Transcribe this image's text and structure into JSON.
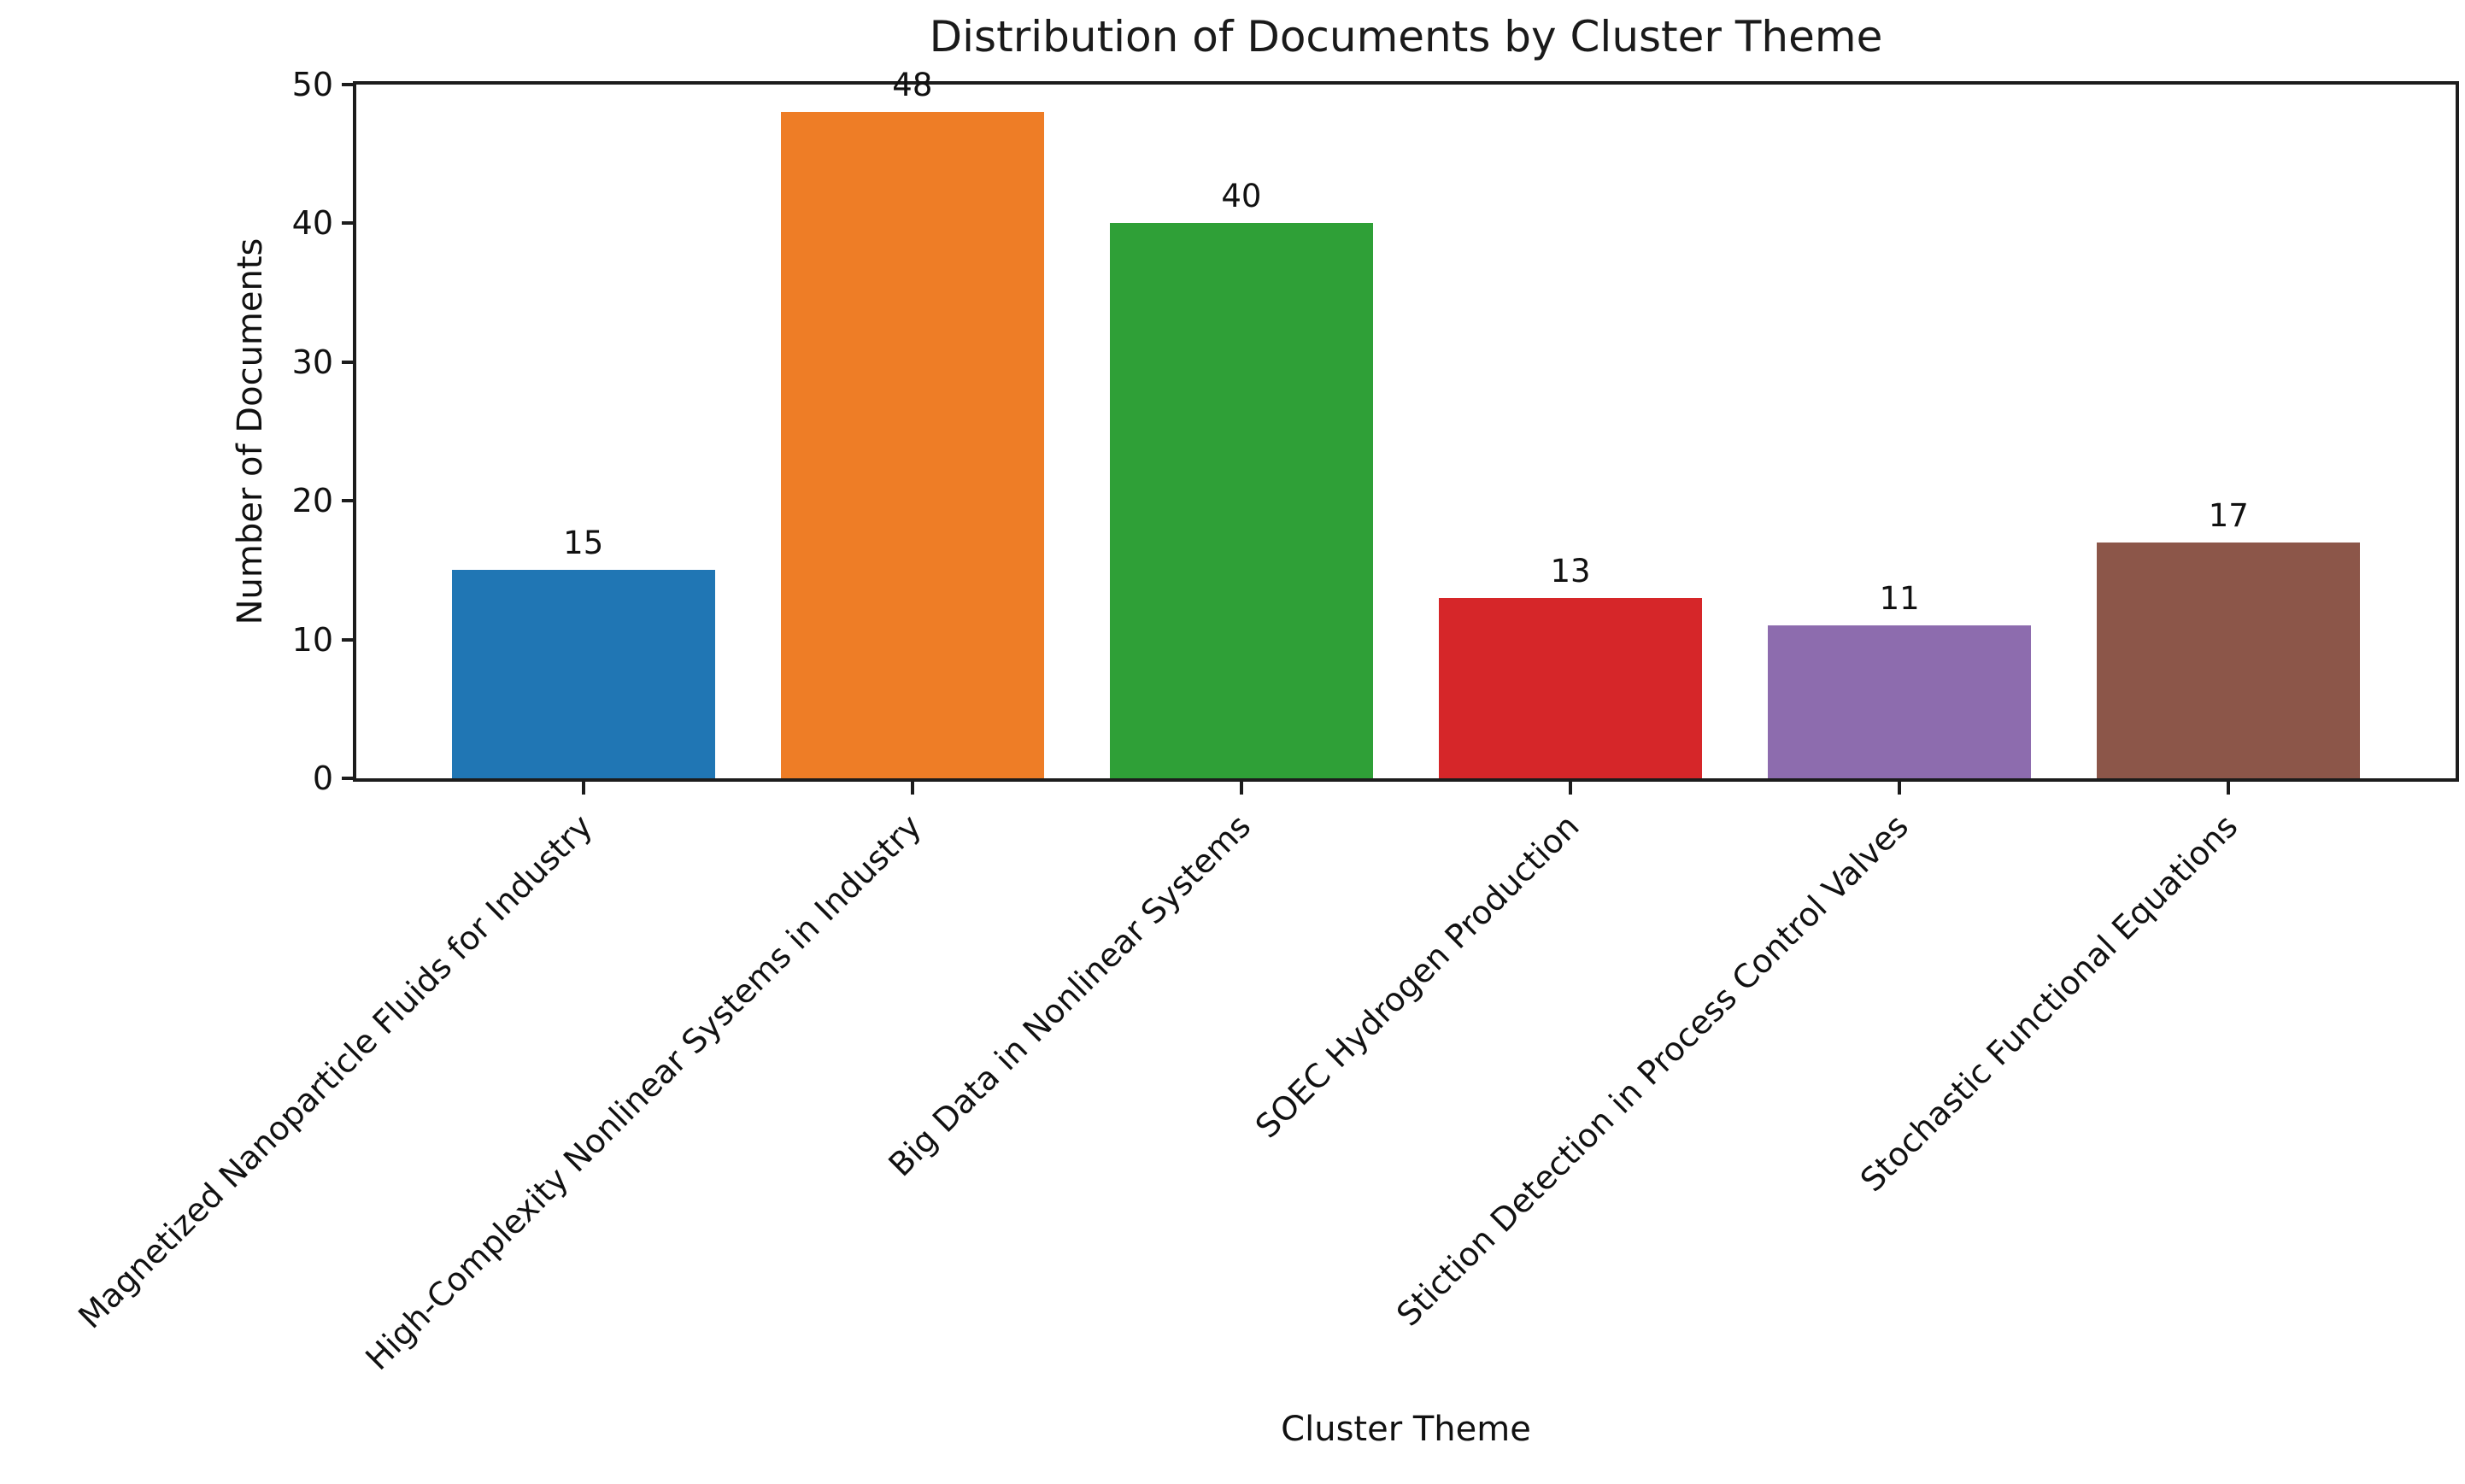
{
  "chart_data": {
    "type": "bar",
    "title": "Distribution of Documents by Cluster Theme",
    "xlabel": "Cluster Theme",
    "ylabel": "Number of Documents",
    "ylim": [
      0,
      50
    ],
    "yticks": [
      0,
      10,
      20,
      30,
      40,
      50
    ],
    "grid": false,
    "legend": false,
    "background": "#ffffff",
    "spine_color": "#1c1c1c",
    "categories": [
      "Magnetized Nanoparticle Fluids for Industry",
      "High-Complexity Nonlinear Systems in Industry",
      "Big Data in Nonlinear Systems",
      "SOEC Hydrogen Production",
      "Stiction Detection in Process Control Valves",
      "Stochastic Functional Equations"
    ],
    "values": [
      15,
      48,
      40,
      13,
      11,
      17
    ],
    "value_labels": [
      "15",
      "48",
      "40",
      "13",
      "11",
      "17"
    ],
    "bar_colors": [
      "#2076b4",
      "#ee7d26",
      "#2fa037",
      "#d62629",
      "#8d6cae",
      "#8c5649"
    ],
    "bar_width_fraction": 0.8,
    "x_margin_fraction": 0.29,
    "tick_label_rotation_deg": 45
  }
}
